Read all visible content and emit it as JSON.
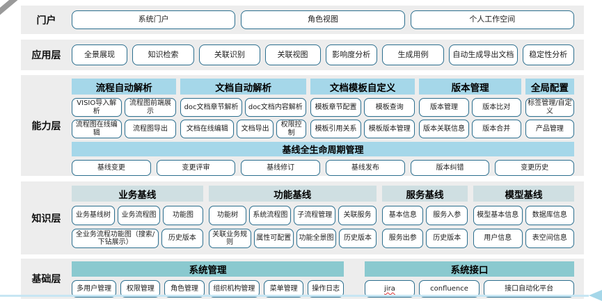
{
  "portal": {
    "label": "门户",
    "items": [
      "系统门户",
      "角色视图",
      "个人工作空间"
    ]
  },
  "application": {
    "label": "应用层",
    "items": [
      "全景展现",
      "知识检索",
      "关联识别",
      "关联视图",
      "影响度分析",
      "生成用例",
      "自动生成导出文档",
      "稳定性分析"
    ]
  },
  "capability": {
    "label": "能力层",
    "groups": [
      {
        "title": "流程自动解析",
        "row1": [
          "VISIO导入解析",
          "流程图前端展示"
        ],
        "row2": [
          "流程图在线编辑",
          "流程图导出"
        ]
      },
      {
        "title": "文档自动解析",
        "row1": [
          "doc文档章节解析",
          "doc文档内容解析"
        ],
        "row2": [
          "文档在线编辑",
          "文档导出",
          "权限控制"
        ]
      },
      {
        "title": "文档模板自定义",
        "row1": [
          "模板章节配置",
          "模板查询"
        ],
        "row2": [
          "模板引用关系",
          "模板版本管理"
        ]
      },
      {
        "title": "版本管理",
        "row1": [
          "版本管理",
          "版本比对"
        ],
        "row2": [
          "版本关联信息",
          "版本合并"
        ]
      },
      {
        "title": "全局配置",
        "row1": [
          "标签管理/自定义"
        ],
        "row2": [
          "产品管理"
        ]
      }
    ],
    "baseline": {
      "title": "基线全生命周期管理",
      "items": [
        "基线变更",
        "变更评审",
        "基线修订",
        "基线发布",
        "版本纠错",
        "变更历史"
      ]
    }
  },
  "knowledge": {
    "label": "知识层",
    "groups": [
      {
        "title": "业务基线",
        "row1": [
          "业务基线树",
          "业务流程图",
          "功能图"
        ],
        "row2": [
          "全业务流程功能图（搜索/下钻展示）",
          "历史版本"
        ]
      },
      {
        "title": "功能基线",
        "row1": [
          "功能树",
          "系统流程图",
          "子流程管理",
          "关联服务"
        ],
        "row2": [
          "关联业务规则",
          "属性可配置",
          "功能全景图",
          "历史版本"
        ]
      },
      {
        "title": "服务基线",
        "row1": [
          "基本信息",
          "服务入参"
        ],
        "row2": [
          "服务出参",
          "历史版本"
        ]
      },
      {
        "title": "模型基线",
        "row1": [
          "模型基本信息",
          "数据库信息"
        ],
        "row2": [
          "用户信息",
          "表空间信息"
        ]
      }
    ]
  },
  "foundation": {
    "label": "基础层",
    "groups": [
      {
        "title": "系统管理",
        "items": [
          "多用户管理",
          "权限管理",
          "角色管理",
          "组织机构管理",
          "菜单管理",
          "操作日志"
        ]
      },
      {
        "title": "系统接口",
        "items": [
          "jira",
          "confluence",
          "接口自动化平台"
        ]
      }
    ]
  },
  "colors": {
    "band_bg": "#ededed",
    "node_border": "#2b6e8e",
    "capability_header_bg": "#a5d7e9",
    "knowledge_header_bg": "#cfdfe2",
    "foundation_header_bg": "#8ac9cf",
    "bottom_line": "#c7e6f3",
    "bottom_arrow": "#a5d7e9",
    "spellcheck_underline": "#dd3333"
  }
}
